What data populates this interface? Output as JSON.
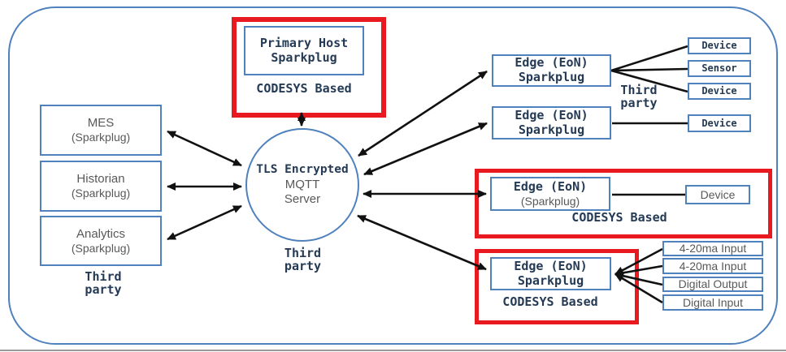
{
  "colors": {
    "border_blue": "#4f81bd",
    "highlight_red": "#e8191f",
    "text_navy": "#243a55",
    "text_gray": "#595959"
  },
  "primary_host": {
    "line1": "Primary Host",
    "line2": "Sparkplug",
    "caption": "CODESYS Based"
  },
  "left": {
    "nodes": [
      {
        "title": "MES",
        "subtitle": "(Sparkplug)"
      },
      {
        "title": "Historian",
        "subtitle": "(Sparkplug)"
      },
      {
        "title": "Analytics",
        "subtitle": "(Sparkplug)"
      }
    ],
    "caption_line1": "Third",
    "caption_line2": "party"
  },
  "center": {
    "line1": "TLS Encrypted",
    "line2": "MQTT",
    "line3": "Server",
    "caption_line1": "Third",
    "caption_line2": "party"
  },
  "edges": {
    "edge1": {
      "line1": "Edge (EoN)",
      "line2": "Sparkplug"
    },
    "edge2": {
      "line1": "Edge (EoN)",
      "line2": "Sparkplug"
    },
    "edge3": {
      "line1": "Edge (EoN)",
      "line2": "(Sparkplug)",
      "caption": "CODESYS Based"
    },
    "edge4": {
      "line1": "Edge (EoN)",
      "line2": "Sparkplug",
      "caption": "CODESYS Based"
    },
    "caption_line1": "Third",
    "caption_line2": "party"
  },
  "devices": {
    "device1": "Device",
    "sensor1": "Sensor",
    "device2": "Device",
    "device3": "Device",
    "device4": "Device"
  },
  "io": {
    "io1": "4-20ma Input",
    "io2": "4-20ma Input",
    "io3": "Digital Output",
    "io4": "Digital Input"
  }
}
